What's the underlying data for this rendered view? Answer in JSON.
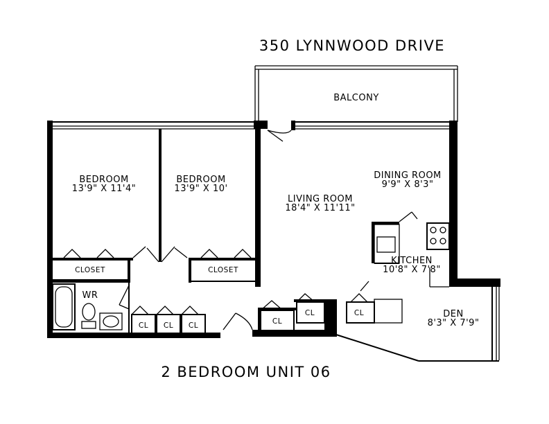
{
  "title_top": "350 LYNNWOOD DRIVE",
  "title_bottom": "2 BEDROOM UNIT 06",
  "rooms": {
    "balcony": {
      "name": "BALCONY"
    },
    "bedroom1": {
      "name": "BEDROOM",
      "dims": "13'9\"  X  11'4\""
    },
    "bedroom2": {
      "name": "BEDROOM",
      "dims": "13'9\"  X  10'"
    },
    "living": {
      "name": "LIVING ROOM",
      "dims": "18'4\"  X  11'11\""
    },
    "dining": {
      "name": "DINING ROOM",
      "dims": "9'9\"  X  8'3\""
    },
    "kitchen": {
      "name": "KITCHEN",
      "dims": "10'8\"  X  7'8\""
    },
    "den": {
      "name": "DEN",
      "dims": "8'3\"  X  7'9\""
    },
    "wr": {
      "name": "WR"
    }
  },
  "closets": {
    "closet1": "CLOSET",
    "closet2": "CLOSET",
    "cl1": "CL",
    "cl2": "CL",
    "cl3": "CL",
    "cl4": "CL",
    "cl5": "CL",
    "cl6": "CL"
  }
}
